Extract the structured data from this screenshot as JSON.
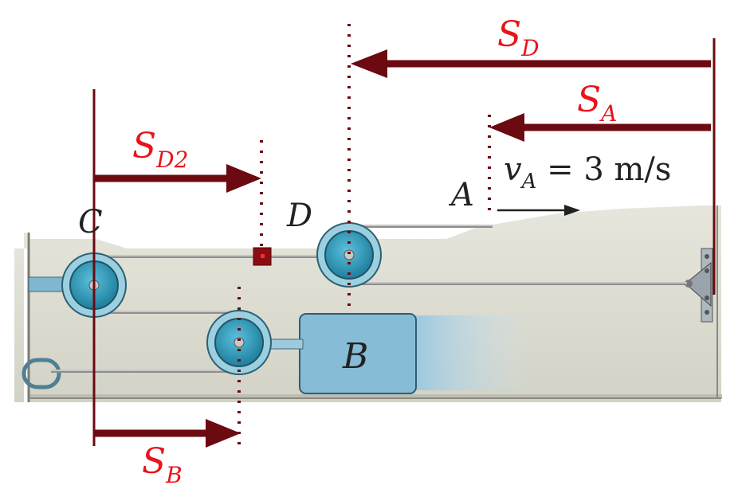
{
  "colors": {
    "dimension_line": "#6b0a10",
    "label_red": "#e8141c",
    "pulley_outer": "#8fc6d8",
    "pulley_inner": "#2a93b0",
    "frame": "#dcdcd2",
    "block": "#86bcd6",
    "cable": "#9a9a9a"
  },
  "labels": {
    "s_d": {
      "main": "S",
      "sub": "D"
    },
    "s_a": {
      "main": "S",
      "sub": "A"
    },
    "s_d2": {
      "main": "S",
      "sub": "D2"
    },
    "s_b": {
      "main": "S",
      "sub": "B"
    },
    "point_c": "C",
    "point_d": "D",
    "point_a": "A",
    "block_b": "B",
    "velocity": {
      "v": "v",
      "sub": "A",
      "rest": " = 3 m/s"
    }
  },
  "icons": {
    "velocity_arrow": "right-arrow-icon",
    "wall_anchor": "bracket-icon"
  }
}
